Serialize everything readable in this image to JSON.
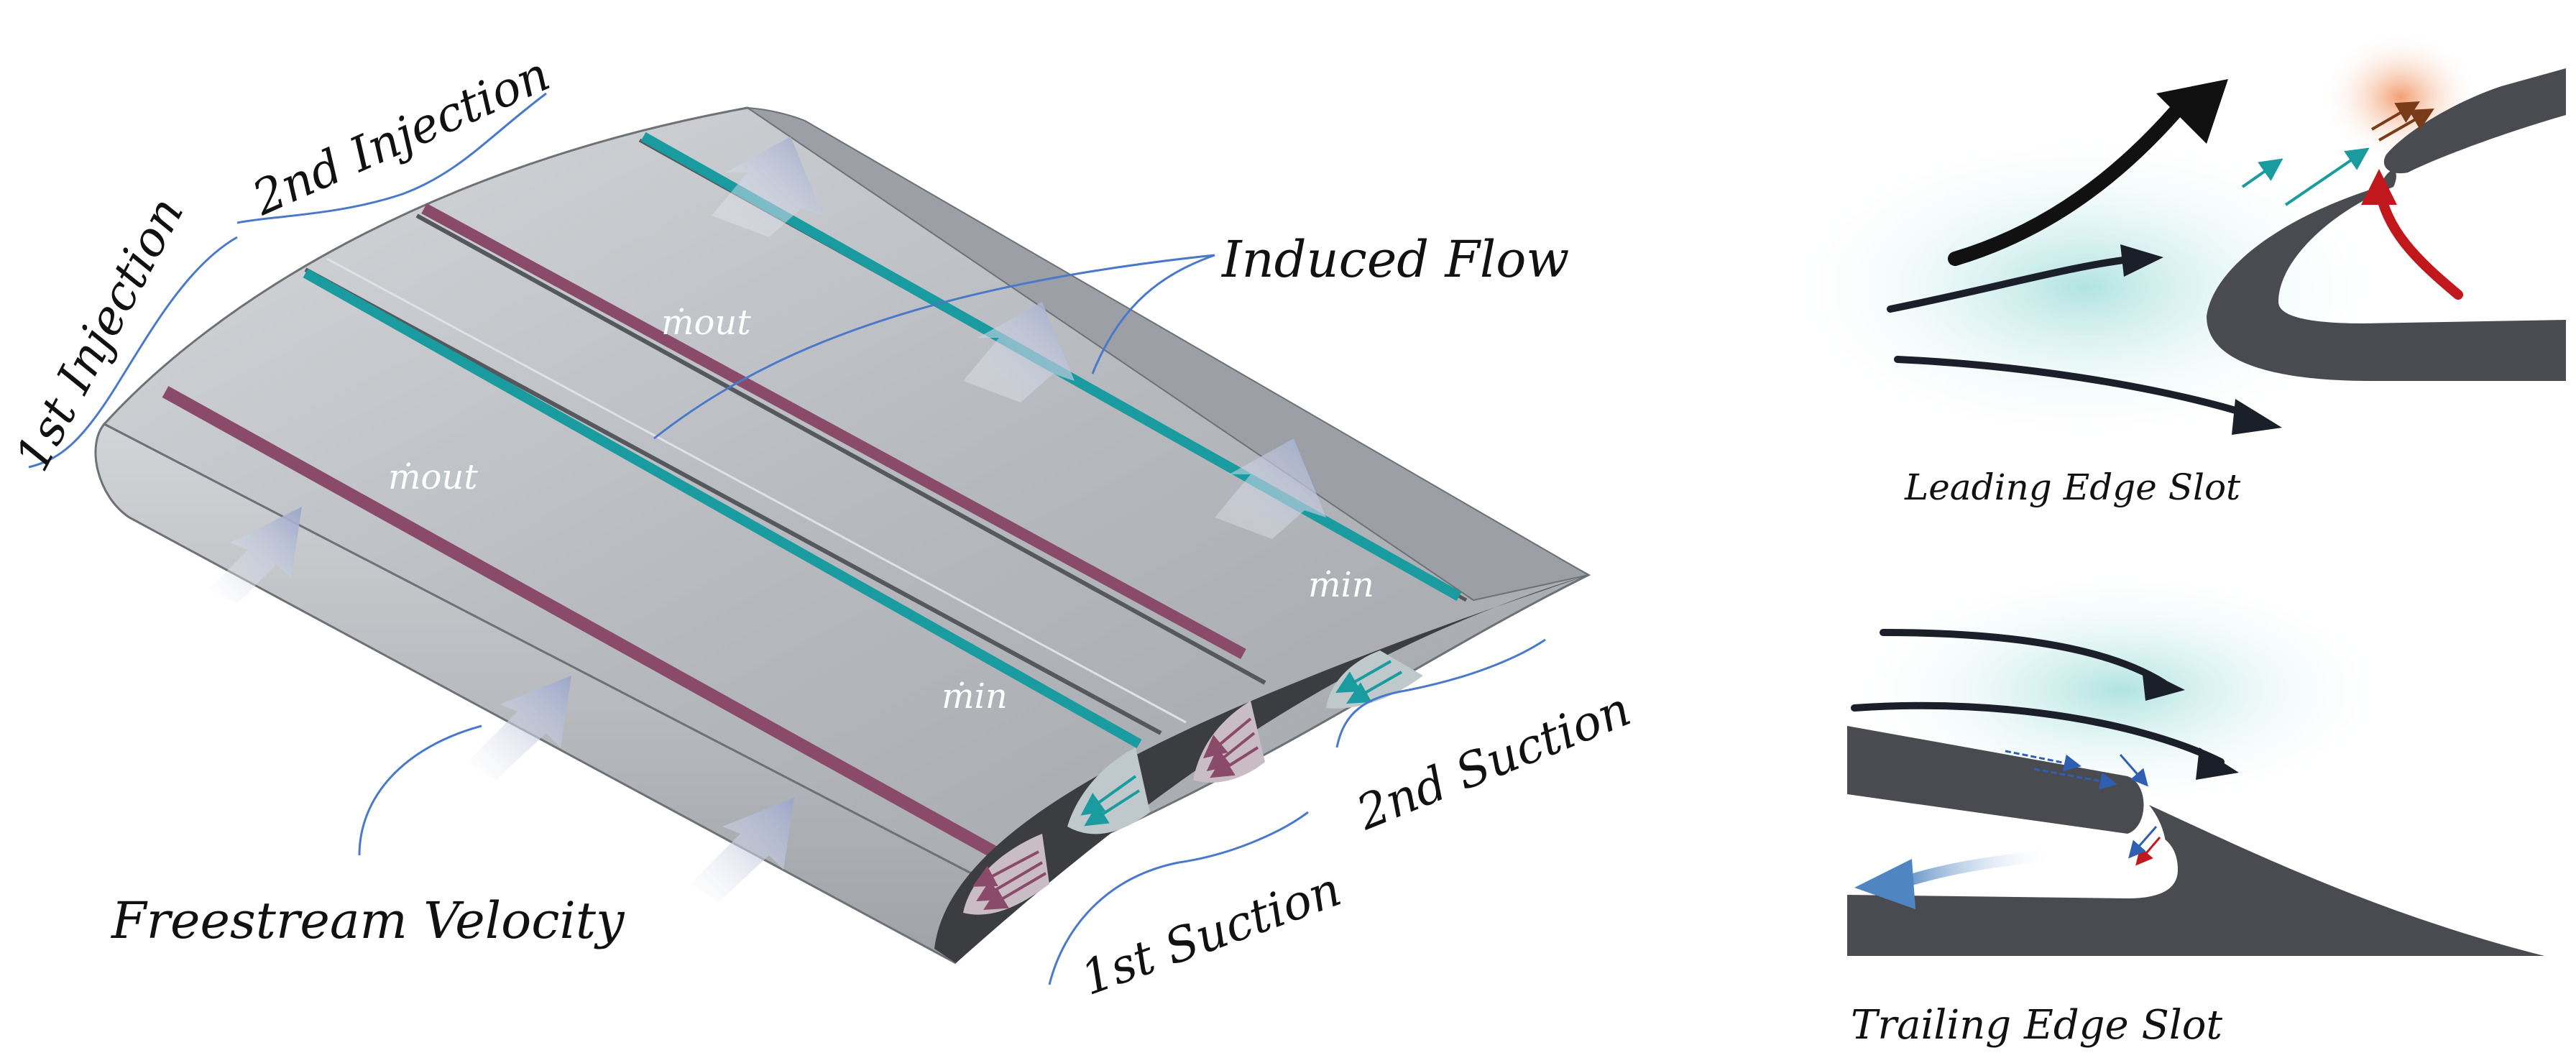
{
  "labels": {
    "first_injection": "1st Injection",
    "second_injection": "2nd Injection",
    "induced_flow": "Induced Flow",
    "freestream_velocity": "Freestream Velocity",
    "first_suction": "1st Suction",
    "second_suction": "2nd Suction",
    "leading_edge_slot": "Leading Edge Slot",
    "trailing_edge_slot": "Trailing Edge Slot"
  },
  "mass_flow_labels": {
    "m_out_1": "ṁout",
    "m_out_2": "ṁout",
    "m_in_1": "ṁin",
    "m_in_2": "ṁin"
  },
  "colors": {
    "wing_surface": "#b9bcc1",
    "wing_dark": "#3c3d41",
    "injection_slot": "#8a4a6a",
    "suction_slot": "#1a9ba0",
    "brace": "#4a79c9",
    "flow_glow": "#bfe7e6",
    "hot_glow": "#f2a57a",
    "red_arrow": "#c0181c",
    "dark_arrow": "#1a1f2a"
  }
}
